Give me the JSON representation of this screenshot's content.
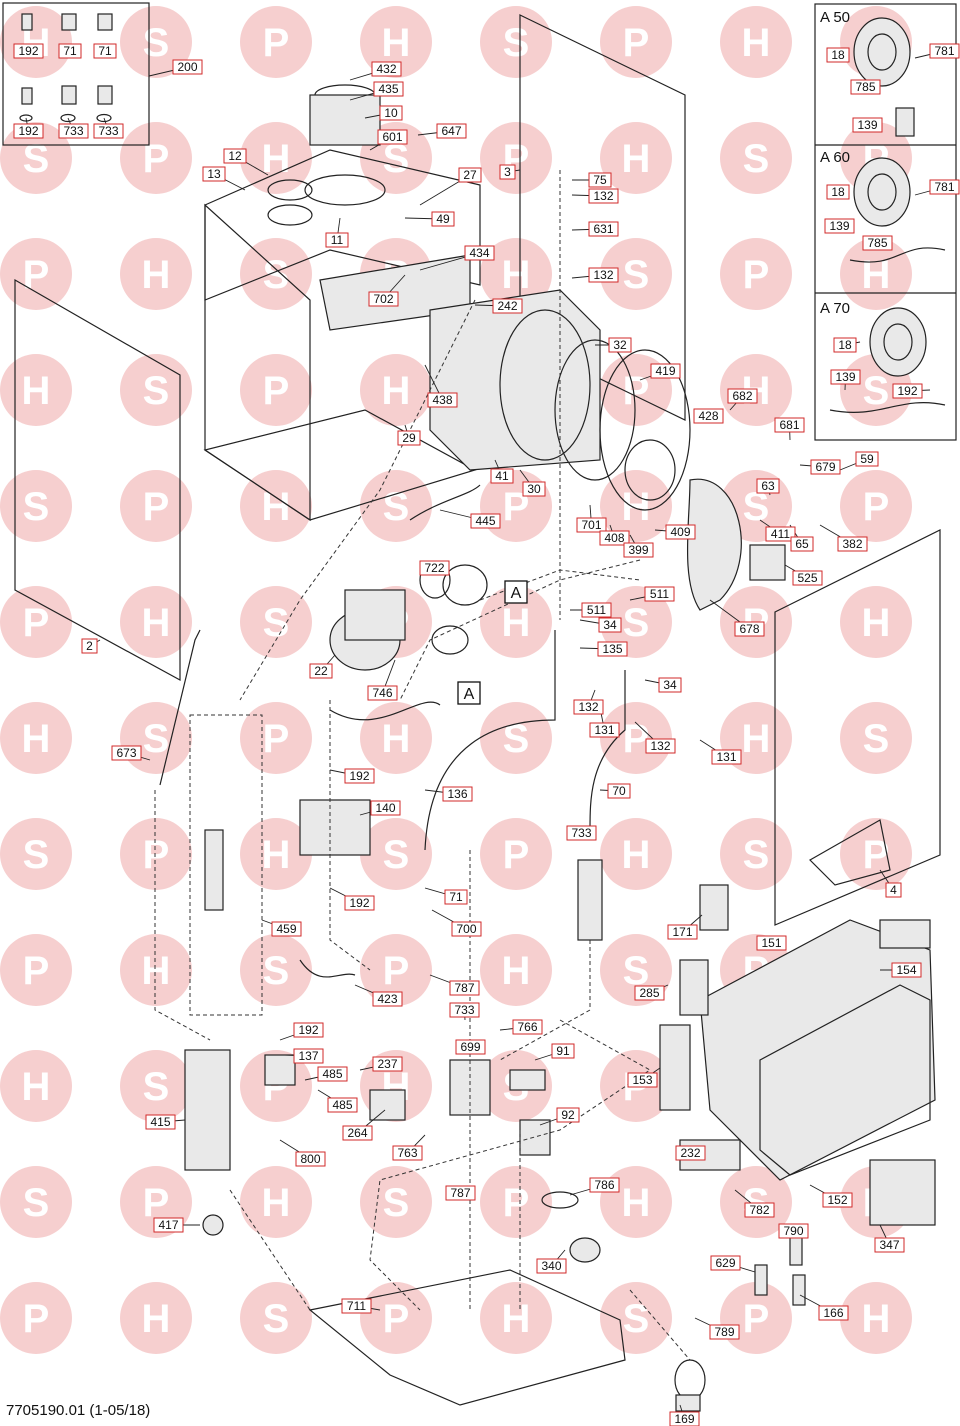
{
  "watermark": {
    "letters": [
      "H",
      "S",
      "P"
    ],
    "color": "#f6cfcf"
  },
  "accent": {
    "label_border": "#d22a2a"
  },
  "footer_text": "7705190.01 (1-05/18)",
  "inset_titles": [
    "A 50",
    "A 60",
    "A 70"
  ],
  "callouts": [
    "A",
    "A"
  ],
  "labels": [
    "192",
    "71",
    "71",
    "200",
    "192",
    "733",
    "733",
    "432",
    "435",
    "10",
    "601",
    "647",
    "12",
    "13",
    "27",
    "49",
    "11",
    "434",
    "702",
    "3",
    "75",
    "132",
    "631",
    "132",
    "242",
    "32",
    "438",
    "29",
    "419",
    "428",
    "682",
    "681",
    "679",
    "59",
    "41",
    "30",
    "445",
    "63",
    "411",
    "65",
    "382",
    "701",
    "408",
    "399",
    "409",
    "525",
    "722",
    "511",
    "511",
    "34",
    "135",
    "22",
    "746",
    "678",
    "2",
    "673",
    "34",
    "132",
    "131",
    "132",
    "131",
    "192",
    "136",
    "70",
    "140",
    "733",
    "192",
    "71",
    "700",
    "459",
    "171",
    "151",
    "154",
    "4",
    "423",
    "787",
    "733",
    "285",
    "699",
    "766",
    "192",
    "137",
    "485",
    "237",
    "91",
    "153",
    "485",
    "264",
    "415",
    "800",
    "763",
    "92",
    "232",
    "787",
    "786",
    "782",
    "152",
    "417",
    "790",
    "347",
    "340",
    "629",
    "166",
    "711",
    "789",
    "169",
    "18",
    "781",
    "785",
    "139",
    "18",
    "781",
    "139",
    "785",
    "18",
    "139",
    "192"
  ]
}
